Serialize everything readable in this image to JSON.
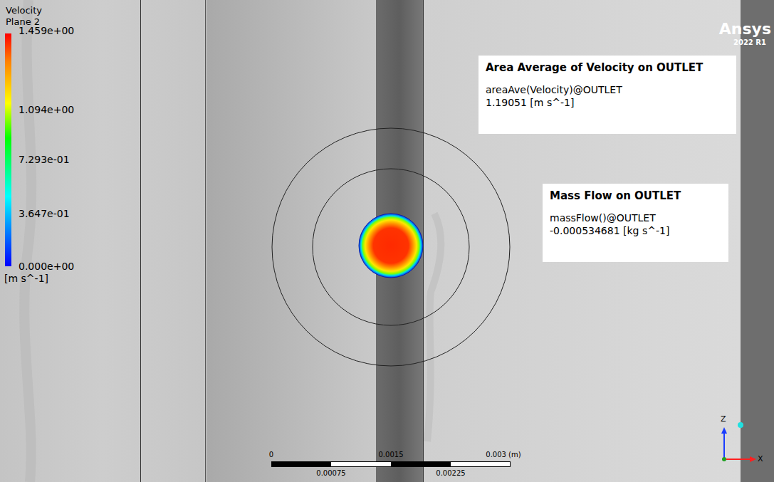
{
  "diagram": {
    "nodes": [
      {
        "text": [
          "Area Average of Velocity on OUTLET",
          "areaAve(Velocity)@OUTLET",
          "1.19051 [m s^-1]"
        ]
      },
      {
        "text": [
          "Mass Flow on OUTLET",
          "massFlow()@OUTLET",
          "-0.000534681 [kg s^-1]"
        ]
      }
    ],
    "labels": [
      "Velocity",
      "Plane 2",
      "1.459e+00",
      "1.094e+00",
      "7.293e-01",
      "3.647e-01",
      "0.000e+00",
      "[m s^-1]",
      "Ansys",
      "2022 R1",
      "0",
      "0.0015",
      "0.003 (m)",
      "0.00075",
      "0.00225",
      "Z",
      "X"
    ]
  }
}
